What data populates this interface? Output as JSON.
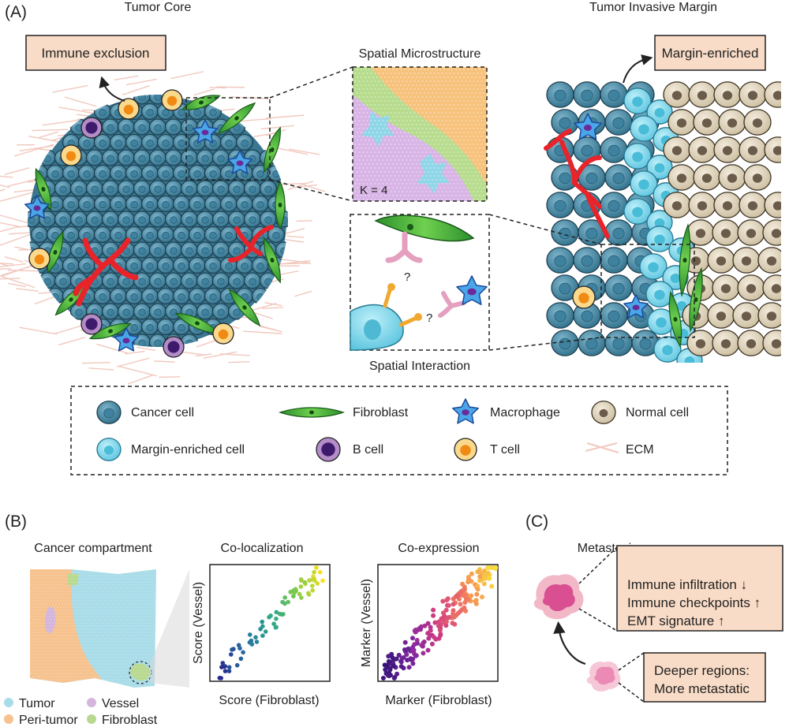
{
  "panel_a": {
    "label": "(A)",
    "tumor_core_title": "Tumor Core",
    "margin_title": "Tumor Invasive Margin",
    "immune_exclusion": "Immune exclusion",
    "margin_enriched": "Margin-enriched",
    "microstructure_title": "Spatial Microstructure",
    "k_label": "K = 4",
    "interaction_title": "Spatial Interaction",
    "question_mark": "?"
  },
  "legend": {
    "items": [
      {
        "label": "Cancer cell",
        "icon": "cancer-cell-icon"
      },
      {
        "label": "Fibroblast",
        "icon": "fibroblast-icon"
      },
      {
        "label": "Macrophage",
        "icon": "macrophage-icon"
      },
      {
        "label": "Normal cell",
        "icon": "normal-cell-icon"
      },
      {
        "label": "Margin-enriched cell",
        "icon": "margin-cell-icon"
      },
      {
        "label": "B cell",
        "icon": "b-cell-icon"
      },
      {
        "label": "T cell",
        "icon": "t-cell-icon"
      },
      {
        "label": "ECM",
        "icon": "ecm-icon"
      }
    ]
  },
  "panel_b": {
    "label": "(B)",
    "compartment_title": "Cancer compartment",
    "compartment_legend": [
      {
        "label": "Tumor",
        "color": "#a8dce8"
      },
      {
        "label": "Vessel",
        "color": "#d4b5dc"
      },
      {
        "label": "Peri-tumor",
        "color": "#f6c28e"
      },
      {
        "label": "Fibroblast",
        "color": "#b8d98f"
      }
    ],
    "colocalization_title": "Co-localization",
    "colocalization_x": "Score (Fibroblast)",
    "colocalization_y": "Score (Vessel)",
    "coexpression_title": "Co-expression",
    "coexpression_x": "Marker (Fibroblast)",
    "coexpression_y": "Marker (Vessel)"
  },
  "panel_c": {
    "label": "(C)",
    "title": "Metastasis",
    "box1_lines": [
      "Immune infiltration ↓",
      "Immune checkpoints ↑",
      "EMT signature ↑"
    ],
    "box2_lines": [
      "Deeper regions:",
      "More metastatic"
    ]
  },
  "colors": {
    "cancer": "#4a8fa8",
    "margin_cell": "#7fd3e6",
    "normal": "#ddd0b8",
    "fibroblast": "#3aa63a",
    "box_fill": "#f9dcc7"
  }
}
